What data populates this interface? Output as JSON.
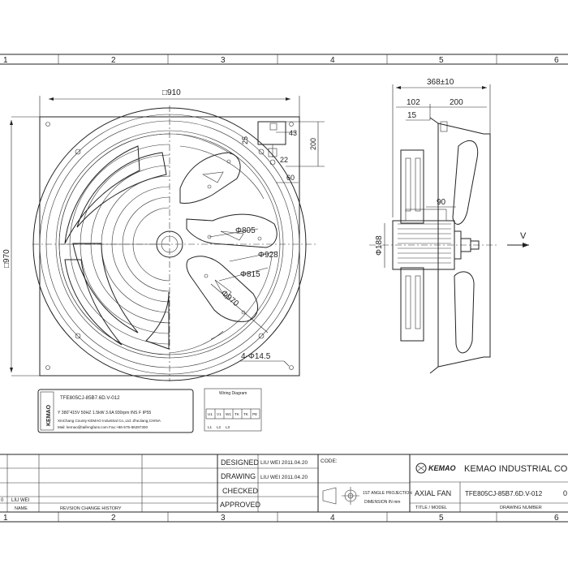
{
  "grid": {
    "top": [
      "1",
      "2",
      "3",
      "4",
      "5",
      "6"
    ],
    "bottom": [
      "1",
      "2",
      "3",
      "4",
      "5",
      "6"
    ]
  },
  "front_view": {
    "dims": {
      "frame_width": "□910",
      "frame_height": "□970",
      "bracket_height": "200",
      "dim_43": "43",
      "dim_25": "25",
      "dim_22": "22",
      "dim_60": "60",
      "dia_805": "Φ805",
      "dia_928": "Φ928",
      "dia_815": "Φ815",
      "dia_970": "Φ970",
      "holes": "4-Φ14.5"
    }
  },
  "side_view": {
    "dims": {
      "overall": "368±10",
      "dim_102": "102",
      "dim_200": "200",
      "dim_15": "15",
      "dim_90": "90",
      "motor_dia": "Φ188"
    },
    "airflow": "V"
  },
  "nameplate": {
    "brand_logo": "KEMAO",
    "model": "TFE805CJ-85B7.6D.V-012",
    "specs": "Y 380˚415V 50HZ 1.5kW 3.6A 930rpm INS F IP55",
    "company": "XinChang County KEMAO Industrial Co.,Ltd. ZheJiang,CHINA",
    "contact": "Mail: kemao@taifengfans.com  Fax:+86-575-86287300",
    "wiring_title": "Wiring Diagram",
    "terminals_top": [
      "U1",
      "V1",
      "W1",
      "TK",
      "TK",
      "PE"
    ],
    "terminals_bottom": [
      "L1",
      "L2",
      "L3"
    ]
  },
  "title_block": {
    "designed_label": "DESIGNED",
    "designed_value": "LIU WEI 2011.04.20",
    "drawing_label": "DRAWING",
    "drawing_value": "LIU WEI 2011.04.20",
    "checked_label": "CHECKED",
    "approved_label": "APPROVED",
    "code_label": "CODE:",
    "projection": "1ST ANGLE PROJECTION",
    "dimension_unit": "DIMENSION IN mm",
    "company_logo": "KEMAO",
    "company_name": "KEMAO INDUSTRIAL CO",
    "product": "AXIAL FAN",
    "drawing_number": "TFE805CJ-85B7.6D.V-012",
    "title_model_label": "TITLE / MODEL",
    "drawing_number_label": "DRAWING NUMBER",
    "revision_row": [
      "0",
      "LIU WEI"
    ],
    "revision_headers": [
      "NAME",
      "REVSION CHANGE HISTORY"
    ],
    "edge_char": "0"
  }
}
